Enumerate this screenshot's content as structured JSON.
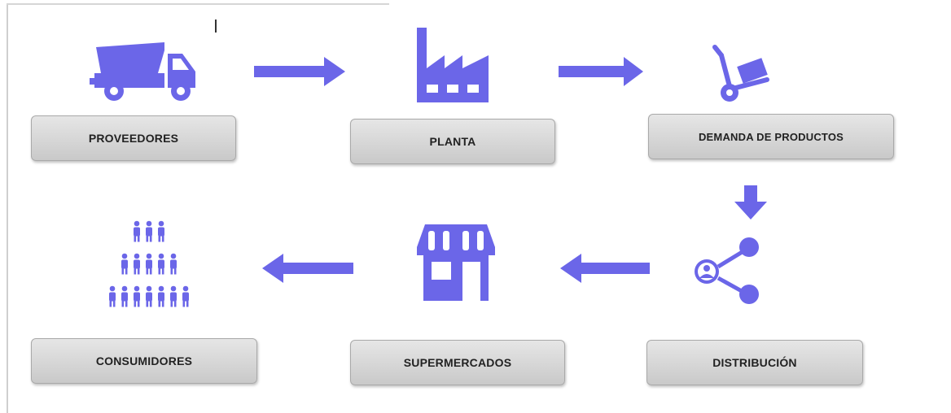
{
  "colors": {
    "accent": "#6b66e8",
    "box_fill": "#d9d9d9",
    "box_border": "#a9a9a9"
  },
  "nodes": [
    {
      "id": "proveedores",
      "label": "PROVEEDORES",
      "icon": "dump-truck-icon"
    },
    {
      "id": "planta",
      "label": "PLANTA",
      "icon": "factory-icon"
    },
    {
      "id": "demanda",
      "label": "DEMANDA DE PRODUCTOS",
      "icon": "hand-truck-icon"
    },
    {
      "id": "distribucion",
      "label": "DISTRIBUCIÓN",
      "icon": "share-network-icon"
    },
    {
      "id": "supermercados",
      "label": "SUPERMERCADOS",
      "icon": "storefront-icon"
    },
    {
      "id": "consumidores",
      "label": "CONSUMIDORES",
      "icon": "people-pyramid-icon"
    }
  ],
  "edges": [
    {
      "from": "proveedores",
      "to": "planta",
      "direction": "right"
    },
    {
      "from": "planta",
      "to": "demanda",
      "direction": "right"
    },
    {
      "from": "demanda",
      "to": "distribucion",
      "direction": "down"
    },
    {
      "from": "distribucion",
      "to": "supermercados",
      "direction": "left"
    },
    {
      "from": "supermercados",
      "to": "consumidores",
      "direction": "left"
    }
  ]
}
